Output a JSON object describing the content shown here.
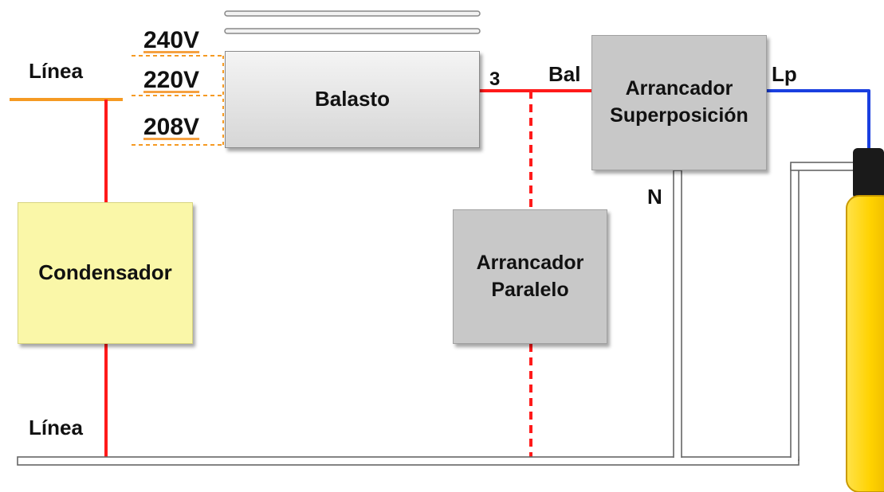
{
  "labels": {
    "linea_top": "Línea",
    "linea_bottom": "Línea",
    "v240": "240V",
    "v220": "220V",
    "v208": "208V",
    "tap3": "3",
    "bal": "Bal",
    "lp": "Lp",
    "n": "N"
  },
  "blocks": {
    "balasto": "Balasto",
    "condensador": "Condensador",
    "arrancador_superposicion": "Arrancador\nSuperposición",
    "arrancador_paralelo": "Arrancador\nParalelo"
  },
  "colors": {
    "line_wire": "#f59a23",
    "ballast_wire": "#ff1a1a",
    "lamp_wire": "#1a3fe0",
    "condensador_fill": "#faf7a8",
    "arrancador_fill": "#c8c8c8",
    "balasto_fill": "#e0e0e0",
    "lamp_fill": "#ffd200",
    "lamp_cap": "#1a1a1a"
  }
}
